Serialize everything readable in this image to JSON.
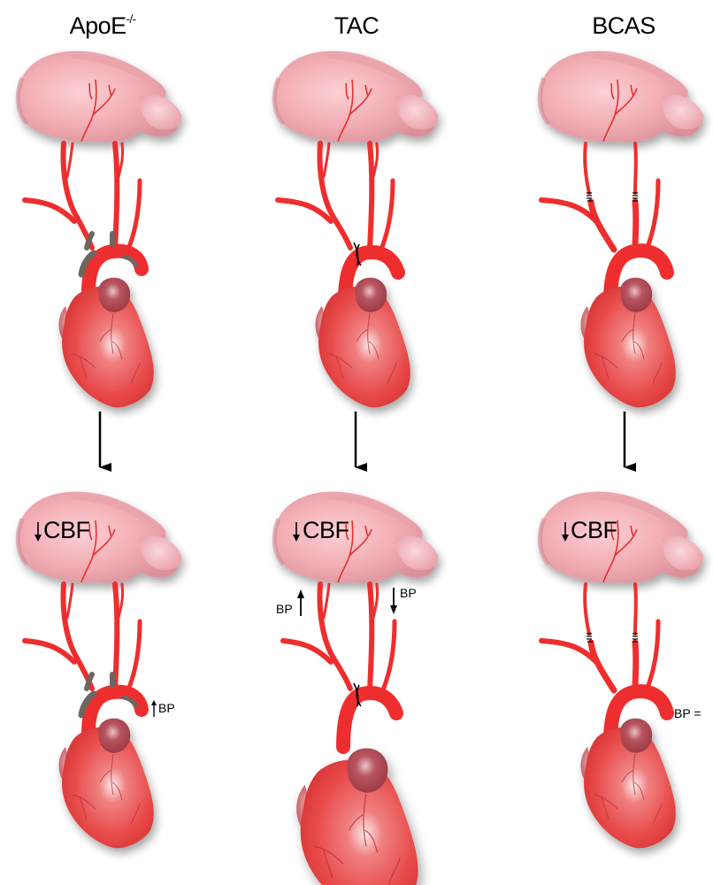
{
  "columns": [
    {
      "id": "apoe",
      "title": "ApoE",
      "title_superscript": "-/-",
      "bp_label": "BP",
      "bp_indicator": "up-arrow",
      "cbf_label": "CBF",
      "cbf_indicator": "down-arrow",
      "vessel_feature": "atherosclerotic plaques (grey)",
      "heart_size": "normal"
    },
    {
      "id": "tac",
      "title": "TAC",
      "title_superscript": "",
      "bp_left_label": "BP",
      "bp_left_indicator": "up-arrow",
      "bp_right_label": "BP",
      "bp_right_indicator": "down-arrow",
      "cbf_label": "CBF",
      "cbf_indicator": "down-arrow",
      "vessel_feature": "transverse aortic constriction (ligature)",
      "heart_size": "enlarged"
    },
    {
      "id": "bcas",
      "title": "BCAS",
      "title_superscript": "",
      "bp_label": "BP =",
      "cbf_label": "CBF",
      "cbf_indicator": "down-arrow",
      "vessel_feature": "bilateral carotid microcoils",
      "heart_size": "normal"
    }
  ],
  "arrows": [
    "down-arrow",
    "down-arrow",
    "down-arrow"
  ],
  "colors": {
    "brain": "#f2aeb4",
    "brain_shadow": "#d98d96",
    "vessel": "#ee2e2e",
    "plaque": "#6e6660",
    "heart": "#e84a4a",
    "atrium": "#b84b55",
    "text": "#000000"
  }
}
